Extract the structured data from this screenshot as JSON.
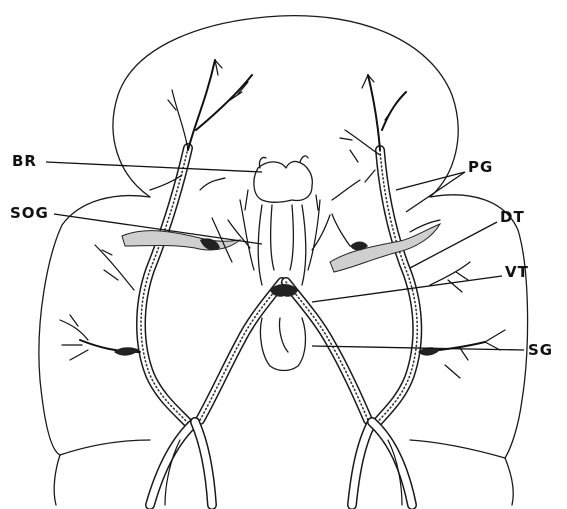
{
  "diagram": {
    "labels": {
      "br": "BR",
      "sog": "SOG",
      "pg": "PG",
      "dt": "DT",
      "vt": "VT",
      "sg": "SG"
    }
  }
}
